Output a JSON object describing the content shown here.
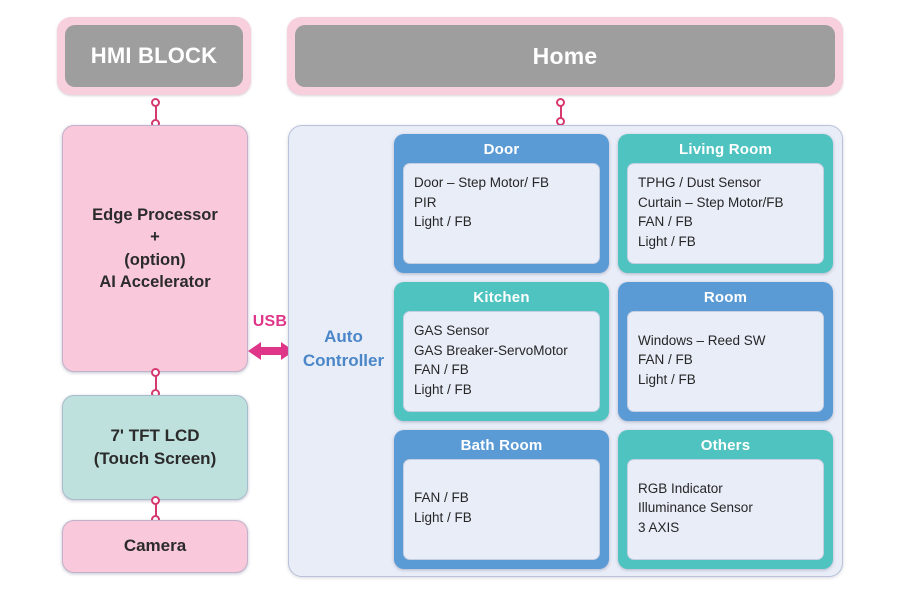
{
  "diagram": {
    "title_hmi": "HMI BLOCK",
    "title_home": "Home"
  },
  "hmi_block": {
    "label": "HMI BLOCK"
  },
  "edge_processor": {
    "line1": "Edge Processor",
    "line2": "+",
    "line3": "(option)",
    "line4": "AI Accelerator"
  },
  "lcd": {
    "line1": "7' TFT LCD",
    "line2": "(Touch Screen)"
  },
  "camera": {
    "label": "Camera"
  },
  "link": {
    "usb_label": "USB",
    "arrow_icon": "double-arrow-horizontal"
  },
  "home": {
    "header_label": "Home",
    "auto_controller_line1": "Auto",
    "auto_controller_line2": "Controller",
    "rooms": [
      {
        "name": "Door",
        "color": "#5b9bd5",
        "items": [
          "Door – Step Motor/ FB",
          "PIR",
          "Light / FB"
        ]
      },
      {
        "name": "Living Room",
        "color": "#4ec3c0",
        "items": [
          "TPHG / Dust Sensor",
          "Curtain – Step Motor/FB",
          "FAN / FB",
          "Light / FB"
        ]
      },
      {
        "name": "Kitchen",
        "color": "#4ec3c0",
        "items": [
          "GAS Sensor",
          "GAS Breaker-ServoMotor",
          "FAN / FB",
          "Light / FB"
        ]
      },
      {
        "name": "Room",
        "color": "#5b9bd5",
        "items": [
          "Windows – Reed SW",
          "FAN / FB",
          "Light / FB"
        ]
      },
      {
        "name": "Bath Room",
        "color": "#5b9bd5",
        "items": [
          "FAN / FB",
          "Light / FB"
        ]
      },
      {
        "name": "Others",
        "color": "#4ec3c0",
        "items": [
          "RGB Indicator",
          "Illuminance Sensor",
          "3 AXIS"
        ]
      }
    ]
  },
  "colors": {
    "pink_wrap": "#f7cfdd",
    "gray_header": "#9e9e9e",
    "pink_solid": "#f9c8da",
    "teal_solid": "#bfe1dd",
    "panel_bg": "#e8edf8",
    "blue": "#5b9bd5",
    "teal": "#4ec3c0",
    "connector": "#d6396f",
    "usb_text": "#e0368a",
    "auto_controller_text": "#4a86c8"
  }
}
